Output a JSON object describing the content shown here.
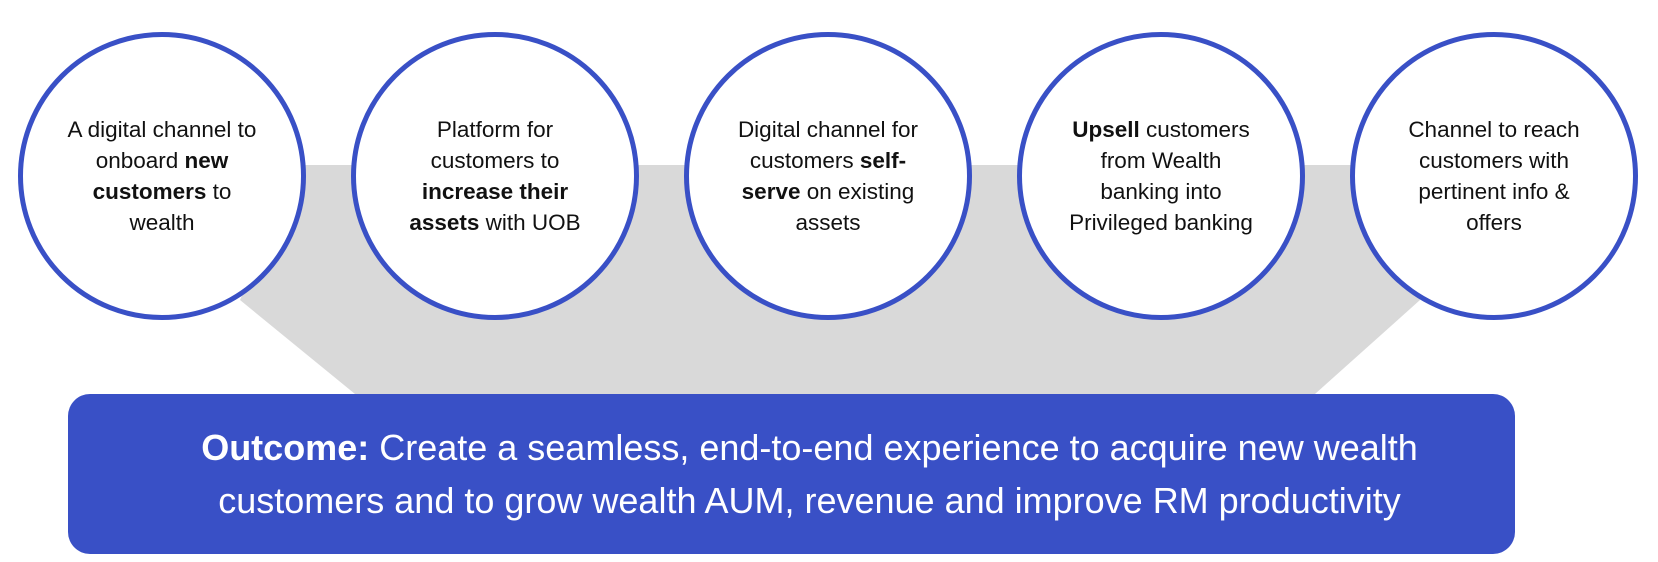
{
  "colors": {
    "accent": "#3950c6",
    "funnel_gray": "#d9d9d9",
    "text": "#111111",
    "outcome_text": "#ffffff"
  },
  "circles": [
    {
      "parts": [
        {
          "text": "A digital channel to onboard ",
          "bold": false
        },
        {
          "text": "new customers",
          "bold": true
        },
        {
          "text": " to wealth",
          "bold": false
        }
      ]
    },
    {
      "parts": [
        {
          "text": "Platform for customers to ",
          "bold": false
        },
        {
          "text": "increase their assets",
          "bold": true
        },
        {
          "text": " with UOB",
          "bold": false
        }
      ]
    },
    {
      "parts": [
        {
          "text": "Digital channel for customers ",
          "bold": false
        },
        {
          "text": "self-serve",
          "bold": true
        },
        {
          "text": " on existing assets",
          "bold": false
        }
      ]
    },
    {
      "parts": [
        {
          "text": "Upsell",
          "bold": true
        },
        {
          "text": " customers from Wealth banking into Privileged banking",
          "bold": false
        }
      ]
    },
    {
      "parts": [
        {
          "text": "Channel to reach customers with pertinent info & offers",
          "bold": false
        }
      ]
    }
  ],
  "outcome": {
    "label": "Outcome:",
    "text": " Create a seamless, end-to-end experience to acquire new wealth customers and to grow wealth AUM, revenue and improve RM productivity"
  }
}
